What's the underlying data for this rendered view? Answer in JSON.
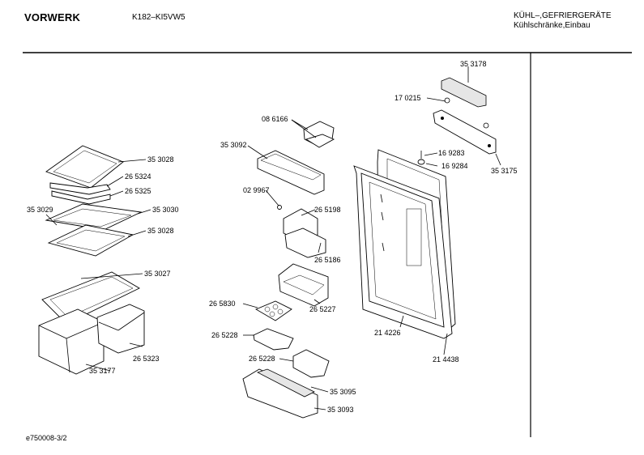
{
  "header": {
    "brand": "VORWERK",
    "model": "K182–KI5VW5",
    "category_line1": "KÜHL–,GEFRIERGERÄTE",
    "category_line2": "Kühlschränke,Einbau"
  },
  "parts": {
    "p_353178": "35 3178",
    "p_170215": "17 0215",
    "p_169283": "16 9283",
    "p_169284": "16 9284",
    "p_353175": "35 3175",
    "p_086166": "08 6166",
    "p_353092": "35 3092",
    "p_029967": "02 9967",
    "p_265198": "26 5198",
    "p_265186": "26 5186",
    "p_265227": "26 5227",
    "p_265830": "26 5830",
    "p_265228a": "26 5228",
    "p_265228b": "26 5228",
    "p_353095": "35 3095",
    "p_353093": "35 3093",
    "p_214226": "21 4226",
    "p_214438": "21 4438",
    "p_353028a": "35 3028",
    "p_265324": "26 5324",
    "p_265325": "26 5325",
    "p_353029": "35 3029",
    "p_353030": "35 3030",
    "p_353028b": "35 3028",
    "p_353027": "35 3027",
    "p_265323": "26 5323",
    "p_353177": "35 3177"
  },
  "footer": {
    "code": "e750008-3/2"
  }
}
